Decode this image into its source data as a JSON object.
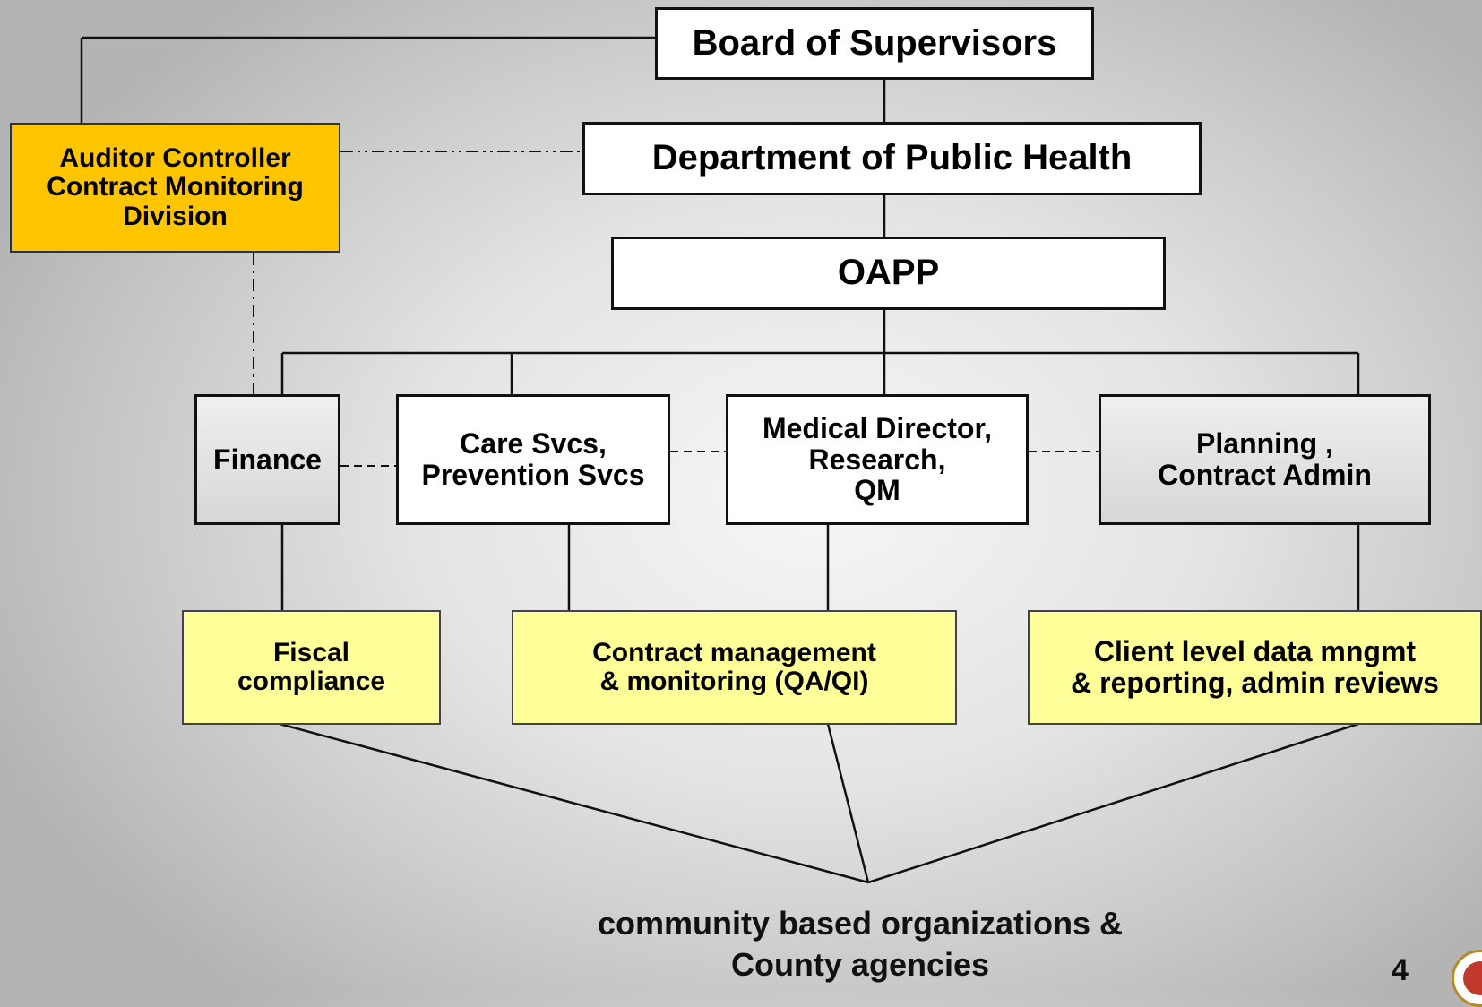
{
  "nodes": {
    "board": "Board of Supervisors",
    "dph": "Department of Public Health",
    "oapp": "OAPP",
    "auditor": [
      "Auditor Controller",
      "Contract Monitoring",
      "Division"
    ],
    "finance": "Finance",
    "care": [
      "Care Svcs,",
      "Prevention Svcs"
    ],
    "medical": [
      "Medical Director,",
      "Research,",
      "QM"
    ],
    "planning": [
      "Planning ,",
      "Contract Admin"
    ],
    "fiscal": [
      "Fiscal",
      "compliance"
    ],
    "contract": [
      "Contract management",
      "& monitoring (QA/QI)"
    ],
    "client": [
      "Client level data mngmt",
      "& reporting, admin reviews"
    ]
  },
  "footer": {
    "caption": [
      "community based organizations &",
      "County agencies"
    ],
    "page_number": "4"
  },
  "colors": {
    "auditor_fill": "#ffc600",
    "function_fill": "#ffff99",
    "box_border": "#111111"
  }
}
